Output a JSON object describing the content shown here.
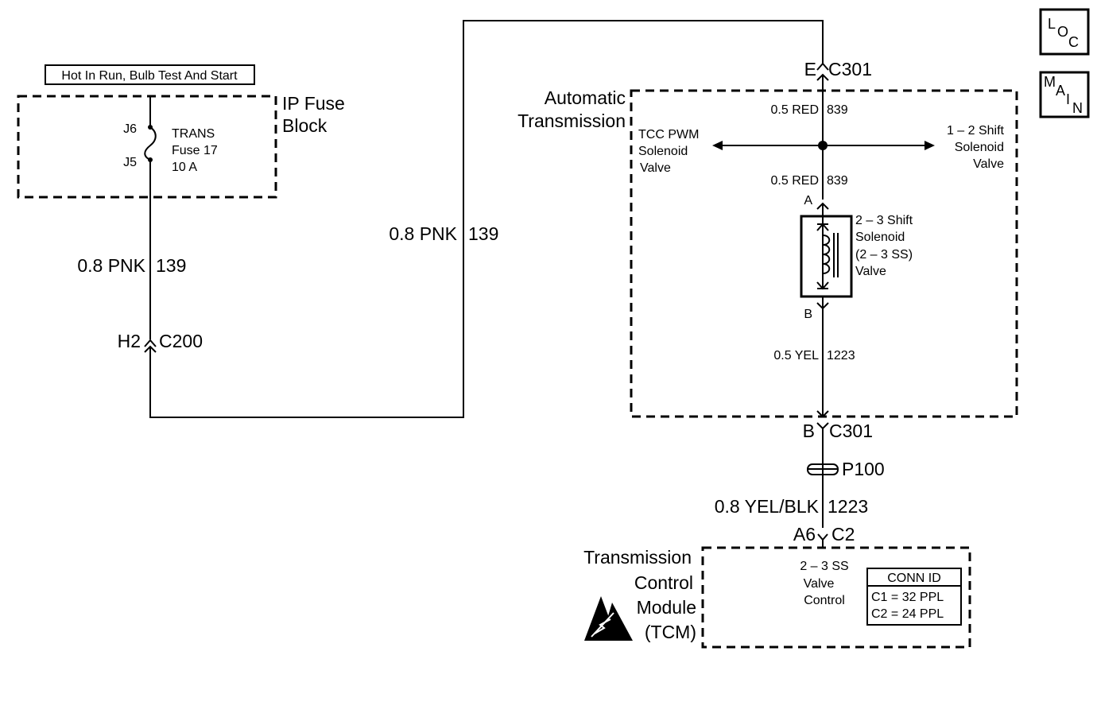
{
  "power_label": "Hot In Run, Bulb Test And Start",
  "fuse_block": {
    "title_line1": "IP Fuse",
    "title_line2": "Block",
    "pin_top": "J6",
    "pin_bottom": "J5",
    "fuse_name": "TRANS",
    "fuse_number": "Fuse 17",
    "fuse_rating": "10 A"
  },
  "wires": {
    "w139_left_gauge": "0.8 PNK",
    "w139_left_circuit": "139",
    "w139_mid_gauge": "0.8 PNK",
    "w139_mid_circuit": "139",
    "w839_top_gauge": "0.5 RED",
    "w839_top_circuit": "839",
    "w839_bot_gauge": "0.5 RED",
    "w839_bot_circuit": "839",
    "w1223_yel_gauge": "0.5 YEL",
    "w1223_yel_circuit": "1223",
    "w1223_yelblk_gauge": "0.8 YEL/BLK",
    "w1223_yelblk_circuit": "1223"
  },
  "connectors": {
    "c200_pin": "H2",
    "c200_name": "C200",
    "c301_top_pin": "E",
    "c301_top_name": "C301",
    "c301_bot_pin": "B",
    "c301_bot_name": "C301",
    "p100_name": "P100",
    "c2_pin": "A6",
    "c2_name": "C2"
  },
  "transmission": {
    "title_line1": "Automatic",
    "title_line2": "Transmission",
    "tcc_line1": "TCC PWM",
    "tcc_line2": "Solenoid",
    "tcc_line3": "Valve",
    "shift12_line1": "1 – 2 Shift",
    "shift12_line2": "Solenoid",
    "shift12_line3": "Valve",
    "pin_a": "A",
    "pin_b": "B",
    "sol23_line1": "2 – 3 Shift",
    "sol23_line2": "Solenoid",
    "sol23_line3": "(2 – 3 SS)",
    "sol23_line4": "Valve"
  },
  "tcm": {
    "title_line1": "Transmission",
    "title_line2": "Control",
    "title_line3": "Module",
    "title_line4": "(TCM)",
    "input_line1": "2 – 3 SS",
    "input_line2": "Valve",
    "input_line3": "Control",
    "conn_header": "CONN ID",
    "conn_row1": "C1 = 32 PPL",
    "conn_row2": "C2 = 24 PPL"
  },
  "nav": {
    "loc": [
      "L",
      "O",
      "C"
    ],
    "main": [
      "M",
      "A",
      "I",
      "N"
    ]
  }
}
